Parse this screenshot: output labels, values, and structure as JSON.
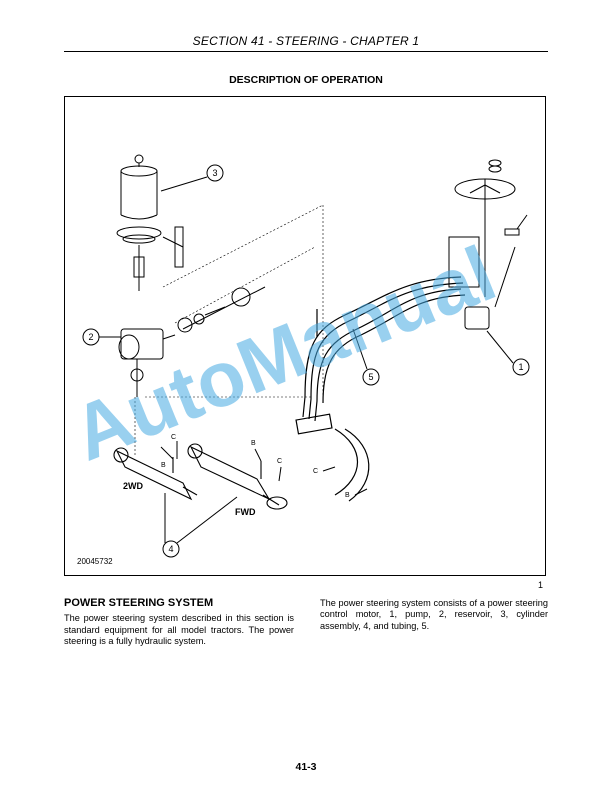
{
  "header": {
    "title": "SECTION 41 - STEERING - CHAPTER 1"
  },
  "section_heading": "DESCRIPTION OF OPERATION",
  "figure": {
    "id": "20045732",
    "number": "1",
    "callouts": [
      "1",
      "2",
      "3",
      "4",
      "5"
    ],
    "port_labels": [
      "B",
      "C",
      "B",
      "C",
      "C",
      "B"
    ],
    "cylinder_labels": [
      "2WD",
      "FWD"
    ]
  },
  "body": {
    "subheading": "POWER STEERING SYSTEM",
    "left_paragraph": "The power steering system described in this section is standard equipment for all model tractors. The power steering is a fully hydraulic system.",
    "right_paragraph": "The power steering system consists of a power steering control motor, 1, pump, 2, reservoir, 3, cylinder assembly, 4, and tubing, 5."
  },
  "footer": {
    "page_number": "41-3"
  },
  "watermark": "AutoManual"
}
